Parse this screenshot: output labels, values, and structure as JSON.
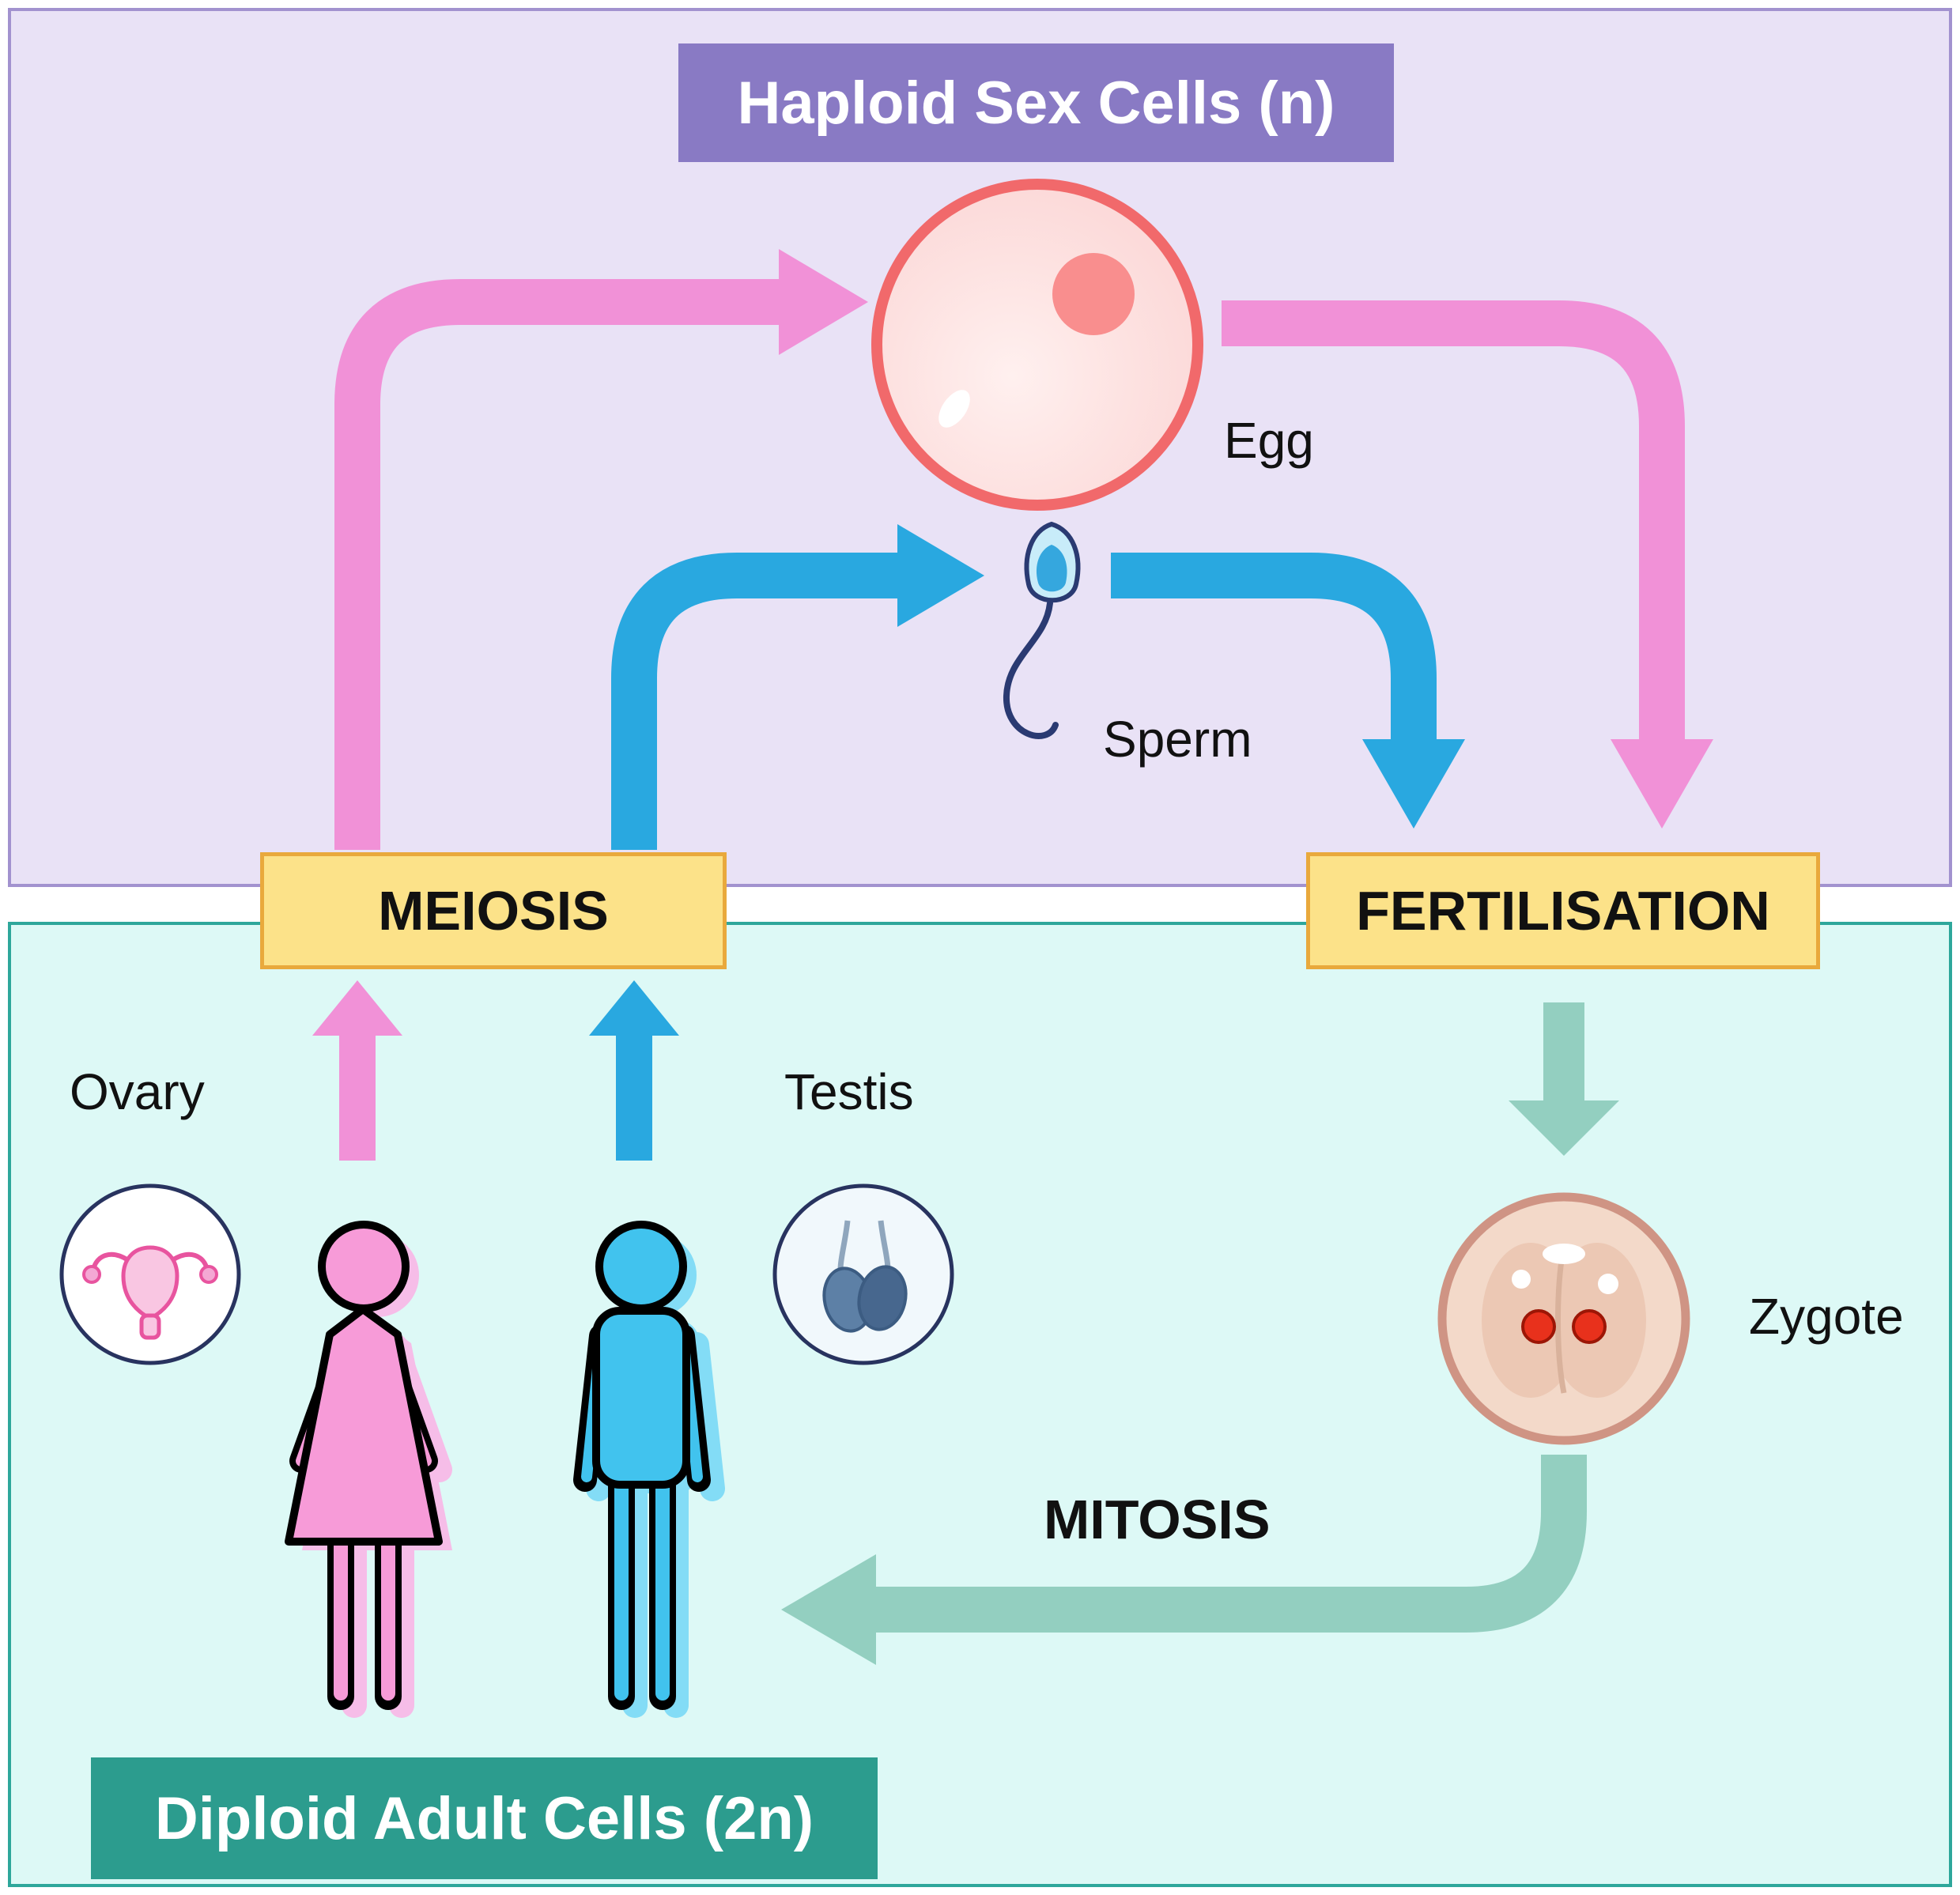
{
  "panels": {
    "haploid": {
      "title": "Haploid Sex Cells (n)"
    },
    "diploid": {
      "title": "Diploid Adult Cells (2n)"
    }
  },
  "process_boxes": {
    "meiosis": "MEIOSIS",
    "fertilisation": "FERTILISATION",
    "mitosis": "MITOSIS"
  },
  "cell_labels": {
    "egg": "Egg",
    "sperm": "Sperm",
    "zygote": "Zygote"
  },
  "organ_labels": {
    "ovary": "Ovary",
    "testis": "Testis"
  },
  "icons": {
    "egg": "egg-cell-circle",
    "sperm": "sperm-cell",
    "ovary": "uterus-ovary-illustration",
    "testis": "testes-illustration",
    "zygote": "two-cell-zygote",
    "female": "female-person-pink",
    "male": "male-person-blue"
  },
  "colors": {
    "haploid_panel_bg": "#e9e2f6",
    "haploid_panel_border": "#a292cf",
    "haploid_title_bg": "#897ac4",
    "diploid_panel_bg": "#ddf9f6",
    "diploid_panel_border": "#2ea79b",
    "diploid_title_bg": "#2c9c8e",
    "process_box_bg": "#fce289",
    "process_box_border": "#e9a93c",
    "arrow_pink": "#f191d7",
    "arrow_blue": "#29a8e0",
    "arrow_teal": "#93cfc0",
    "female_pink": "#f79bd8",
    "male_blue": "#41c3ee",
    "egg_border": "#f1696b",
    "zygote_border": "#cf9484"
  }
}
